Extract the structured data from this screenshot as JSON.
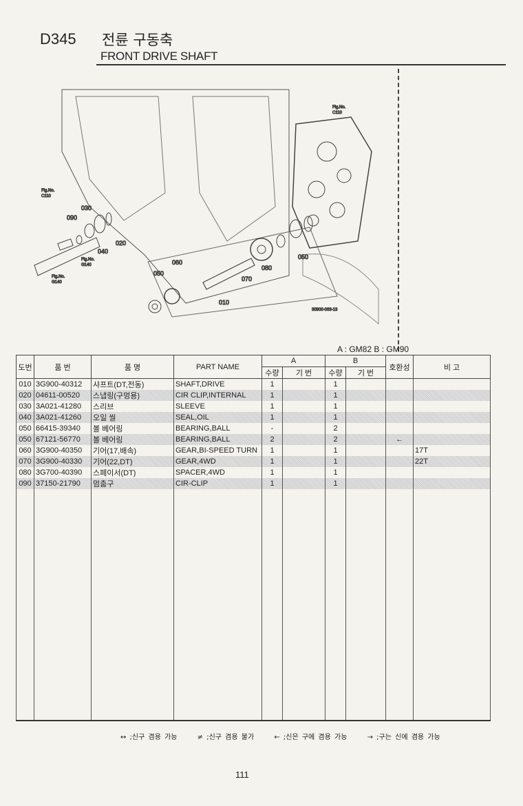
{
  "header": {
    "code": "D345",
    "title_ko": "전륜 구동축",
    "title_en": "FRONT DRIVE SHAFT"
  },
  "diagram": {
    "fig_refs": [
      {
        "label": "Fig.No.",
        "ref": "C110"
      },
      {
        "label": "Fig.No.",
        "ref": "C110"
      },
      {
        "label": "Fig.No.",
        "ref": "G140"
      },
      {
        "label": "Fig.No.",
        "ref": "G140"
      }
    ],
    "callouts": [
      "030",
      "090",
      "020",
      "040",
      "060",
      "050",
      "010",
      "070",
      "080",
      "050"
    ],
    "drawing_code": "30900-063-13"
  },
  "models": "A : GM82   B : GM90",
  "table": {
    "headers": {
      "no": "도번",
      "part_no": "품  번",
      "name_ko": "품    명",
      "part_name": "PART NAME",
      "a": "A",
      "b": "B",
      "qty": "수량",
      "serial": "기 번",
      "compat": "호환성",
      "remarks": "비  고"
    },
    "rows": [
      {
        "no": "010",
        "part_no": "3G900-40312",
        "name_ko": "샤프트(DT,전동)",
        "part_name": "SHAFT,DRIVE",
        "a_qty": "1",
        "b_qty": "1",
        "compat": "",
        "remarks": ""
      },
      {
        "no": "020",
        "part_no": "04611-00520",
        "name_ko": "스냅링(구멍용)",
        "part_name": "CIR CLIP,INTERNAL",
        "a_qty": "1",
        "b_qty": "1",
        "compat": "",
        "remarks": ""
      },
      {
        "no": "030",
        "part_no": "3A021-41280",
        "name_ko": "스리브",
        "part_name": "SLEEVE",
        "a_qty": "1",
        "b_qty": "1",
        "compat": "",
        "remarks": ""
      },
      {
        "no": "040",
        "part_no": "3A021-41260",
        "name_ko": "오일 씰",
        "part_name": "SEAL,OIL",
        "a_qty": "1",
        "b_qty": "1",
        "compat": "",
        "remarks": ""
      },
      {
        "no": "050",
        "part_no": "66415-39340",
        "name_ko": "볼 베어링",
        "part_name": "BEARING,BALL",
        "a_qty": "-",
        "b_qty": "2",
        "compat": "",
        "remarks": ""
      },
      {
        "no": "050",
        "part_no": "67121-56770",
        "name_ko": "볼 베어링",
        "part_name": "BEARING,BALL",
        "a_qty": "2",
        "b_qty": "2",
        "compat": "←",
        "remarks": ""
      },
      {
        "no": "060",
        "part_no": "3G900-40350",
        "name_ko": "기어(17,배속)",
        "part_name": "GEAR,BI-SPEED TURN",
        "a_qty": "1",
        "b_qty": "1",
        "compat": "",
        "remarks": "17T"
      },
      {
        "no": "070",
        "part_no": "3G900-40330",
        "name_ko": "기어(22,DT)",
        "part_name": "GEAR,4WD",
        "a_qty": "1",
        "b_qty": "1",
        "compat": "",
        "remarks": "22T"
      },
      {
        "no": "080",
        "part_no": "3G700-40390",
        "name_ko": "스페이서(DT)",
        "part_name": "SPACER,4WD",
        "a_qty": "1",
        "b_qty": "1",
        "compat": "",
        "remarks": ""
      },
      {
        "no": "090",
        "part_no": "37150-21790",
        "name_ko": "멈춤구",
        "part_name": "CIR-CLIP",
        "a_qty": "1",
        "b_qty": "1",
        "compat": "",
        "remarks": ""
      }
    ]
  },
  "legend": [
    "↔ ;신구 겸용 가능",
    "≠ ;신구 겸용 불가",
    "← ;신은 구에 겸용 가능",
    "→ ;구는 신에 겸용 가능"
  ],
  "page_number": "111"
}
